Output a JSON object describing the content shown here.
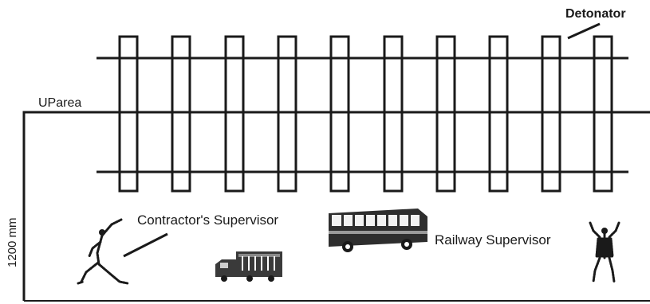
{
  "labels": {
    "detonator": "Detonator",
    "up_area": "UParea",
    "dimension": "1200 mm",
    "contractors_supervisor": "Contractor's Supervisor",
    "railway_supervisor": "Railway Supervisor"
  },
  "icons": [
    "worker-figure-icon",
    "truck-icon",
    "bus-icon",
    "flagman-figure-icon"
  ],
  "colors": {
    "ink": "#1a1a1a",
    "background": "#ffffff"
  }
}
